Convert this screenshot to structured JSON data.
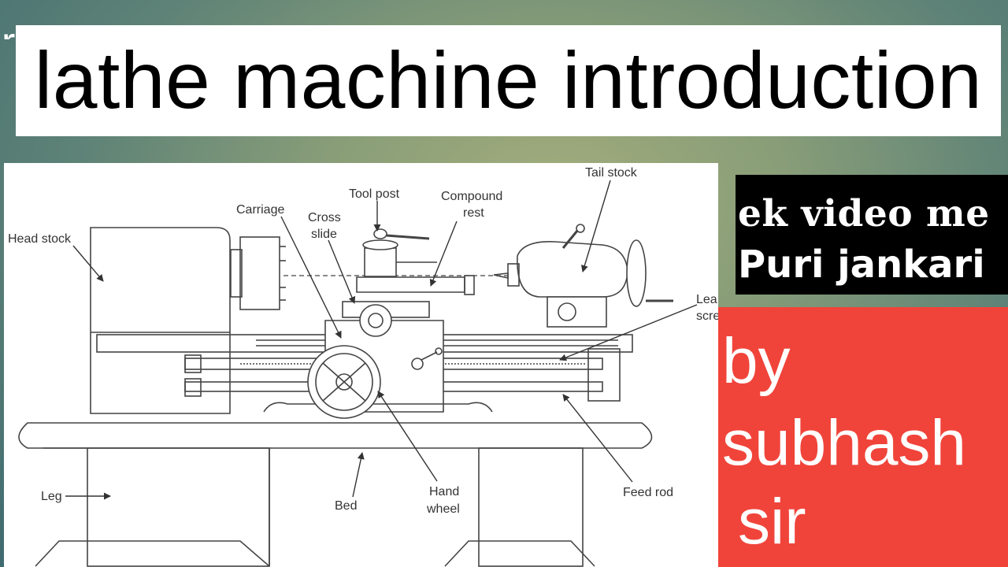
{
  "stray_text": "r",
  "title": "lathe machine introduction",
  "diagram": {
    "labels": {
      "head_stock": "Head stock",
      "carriage": "Carriage",
      "cross_slide_1": "Cross",
      "cross_slide_2": "slide",
      "tool_post": "Tool post",
      "compound_rest_1": "Compound",
      "compound_rest_2": "rest",
      "tail_stock": "Tail stock",
      "lead_screw_1": "Lea",
      "lead_screw_2": "scre",
      "leg": "Leg",
      "bed": "Bed",
      "hand_wheel_1": "Hand",
      "hand_wheel_2": "wheel",
      "feed_rod": "Feed rod"
    }
  },
  "promo": {
    "line1": "ek video me",
    "line2": "Puri jankari"
  },
  "author": {
    "line1": "by",
    "line2": "subhash",
    "line3": "sir"
  },
  "colors": {
    "author_bg": "#f0443a",
    "promo_bg": "#000000",
    "title_bg": "#ffffff"
  }
}
